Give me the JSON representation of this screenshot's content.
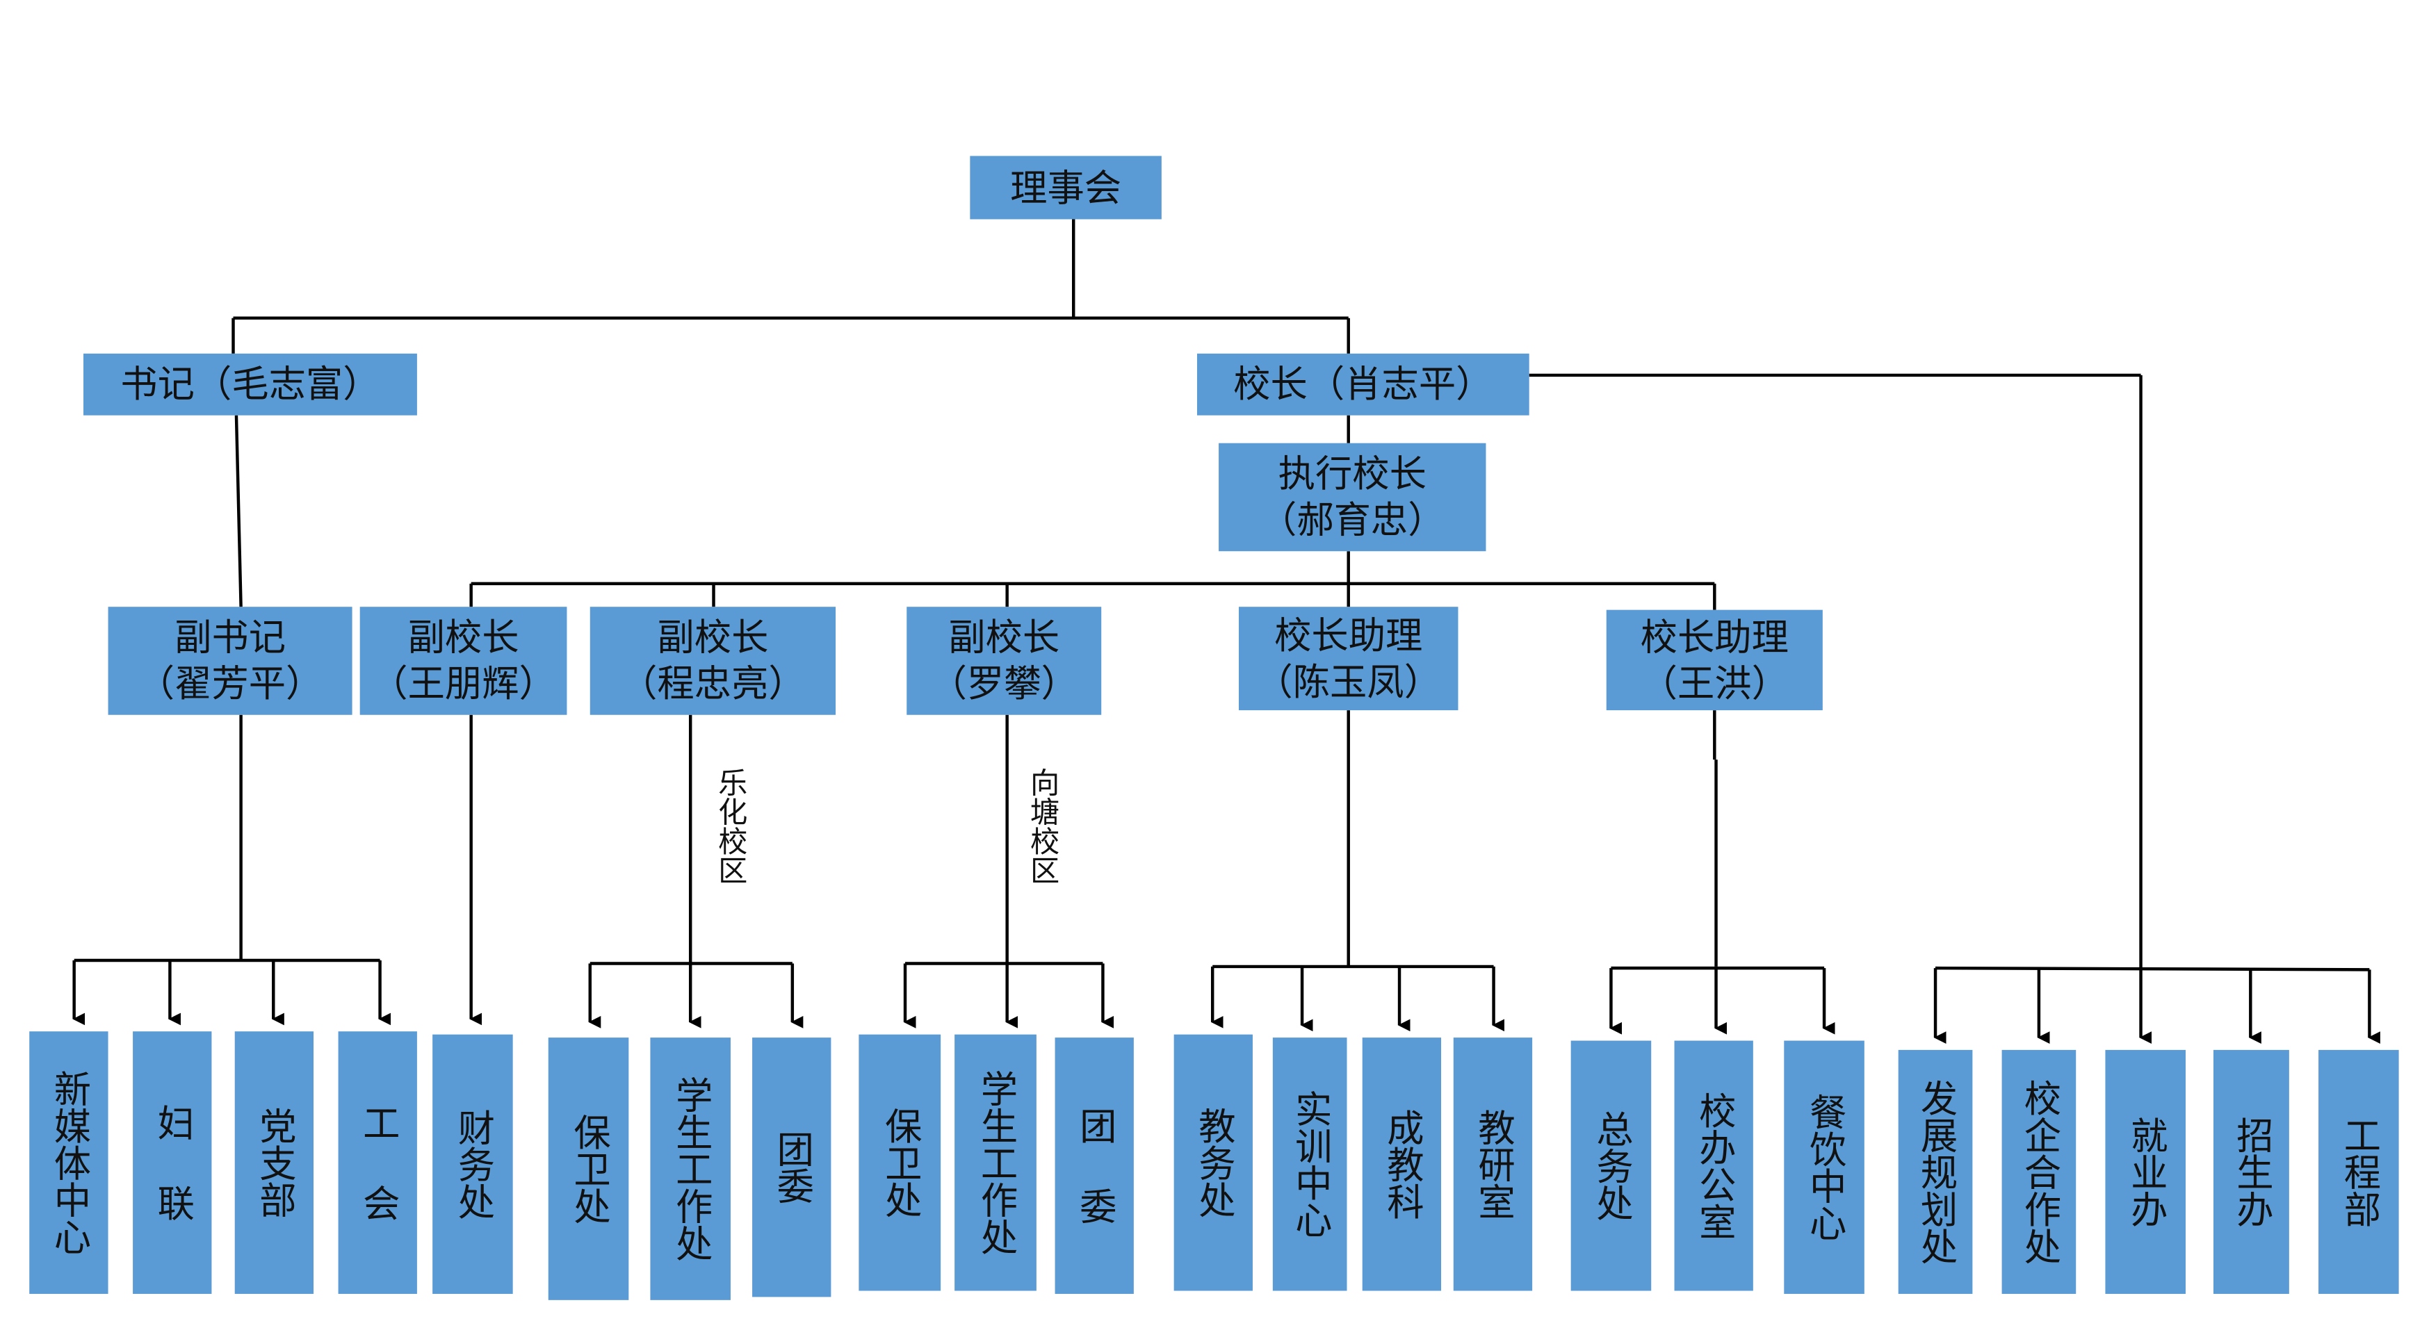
{
  "top": {
    "label": "理事会"
  },
  "level1": {
    "secretary": "书记（毛志富）",
    "principal": "校长（肖志平）"
  },
  "executive": {
    "line1": "执行校长",
    "line2": "（郝育忠）"
  },
  "leaders": [
    {
      "line1": "副书记",
      "line2": "（翟芳平）"
    },
    {
      "line1": "副校长",
      "line2": "（王朋辉）"
    },
    {
      "line1": "副校长",
      "line2": "（程忠亮）"
    },
    {
      "line1": "副校长",
      "line2": "（罗攀）"
    },
    {
      "line1": "校长助理",
      "line2": "（陈玉凤）"
    },
    {
      "line1": "校长助理",
      "line2": "（王洪）"
    }
  ],
  "campuses": [
    "乐化校区",
    "向塘校区"
  ],
  "departments": [
    "新媒体中心",
    "妇 联",
    "党支部",
    "工 会",
    "财务处",
    "保卫处",
    "学生工作处",
    "团委",
    "保卫处",
    "学生工作处",
    "团 委",
    "教务处",
    "实训中心",
    "成教科",
    "教研室",
    "总务处",
    "校办公室",
    "餐饮中心",
    "发展规划处",
    "校企合作处",
    "就业办",
    "招生办",
    "工程部"
  ],
  "colors": {
    "box_fill": "#5b9bd5",
    "line": "#000000"
  }
}
